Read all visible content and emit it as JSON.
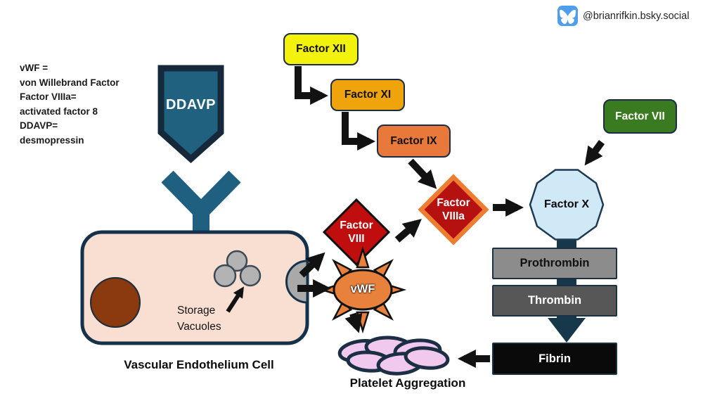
{
  "attribution": {
    "handle": "@brianrifkin.bsky.social",
    "logo_icon": "bluesky-butterfly-icon"
  },
  "legend": {
    "lines": [
      "vWF =",
      "von Willebrand Factor",
      "Factor VIIIa=",
      "activated factor 8",
      "DDAVP=",
      "desmopressin"
    ]
  },
  "nodes": {
    "ddavp": {
      "label": "DDAVP",
      "shape": "shield-banner"
    },
    "factor_xii": {
      "label": "Factor XII",
      "shape": "rounded-rect"
    },
    "factor_xi": {
      "label": "Factor XI",
      "shape": "rounded-rect"
    },
    "factor_ix": {
      "label": "Factor IX",
      "shape": "rounded-rect"
    },
    "factor_viii": {
      "line1": "Factor",
      "line2": "VIII",
      "shape": "diamond"
    },
    "factor_viiia": {
      "line1": "Factor",
      "line2": "VIIIa",
      "shape": "diamond"
    },
    "factor_vii": {
      "label": "Factor VII",
      "shape": "rounded-rect"
    },
    "factor_x": {
      "label": "Factor X",
      "shape": "decagon"
    },
    "vwf": {
      "label": "vWF",
      "shape": "sunburst-ellipse"
    },
    "prothrombin": {
      "label": "Prothrombin",
      "shape": "rect"
    },
    "thrombin": {
      "label": "Thrombin",
      "shape": "rect"
    },
    "fibrin": {
      "label": "Fibrin",
      "shape": "rect"
    }
  },
  "annotations": {
    "cell_label": "Vascular Endothelium Cell",
    "storage_line1": "Storage",
    "storage_line2": "Vacuoles",
    "platelet_label": "Platelet Aggregation"
  },
  "colors": {
    "factor_xii_yellow": "#F2F20D",
    "factor_xi_amber": "#F0A40B",
    "factor_ix_orange": "#E8793B",
    "accent_orange": "#ED7D31",
    "factor_viii_red": "#C00D0D",
    "factor_viiia_red": "#B51111",
    "factor_vii_green": "#3A7B21",
    "factor_x_light_blue": "#CFE9F7",
    "ddavp_teal": "#20617F",
    "teal_arrow": "#17384B",
    "navy_border": "#16324A",
    "prothrombin_gray": "#8C8C8C",
    "thrombin_gray": "#575757",
    "fibrin_black": "#0A0A0A",
    "platelet_pink": "#F2C9EE",
    "cell_peach": "#F9DED2",
    "nucleus_brown": "#8B3A10",
    "vacuole_gray": "#B3B3B3",
    "bluesky_blue": "#4F9DED",
    "arrow_black": "#121212"
  }
}
